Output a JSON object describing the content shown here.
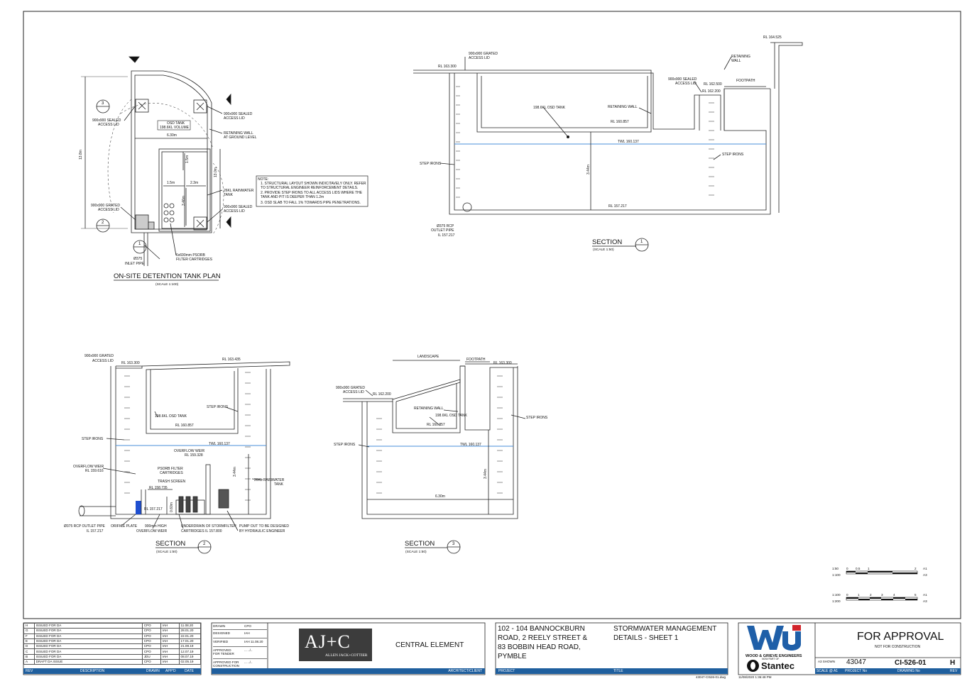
{
  "drawing_notes": {
    "title": "NOTE:",
    "items": [
      "1.    STRUCTURAL LAYOUT SHOWN INDICITAVELY ONLY. REFER",
      "       TO STRUCTURAL ENGINEER REINFORCEMENT DETAILS.",
      "2.    PROVIDE STEP IRONS TO ALL ACCESS LIDS WHERE THE",
      "       TANK AND PIT IS DEEPER THAN 1.2m",
      "3.    OSD SLAB TO FALL 1% TOWARDS PIPE PENETRATIONS."
    ]
  },
  "plan": {
    "title": "ON-SITE DETENTION TANK PLAN",
    "scale": "(SCALE 1:100)",
    "labels": {
      "lid_left": [
        "900x900 SEALED",
        "ACCESS LID"
      ],
      "lid_right": [
        "900x900 SEALED",
        "ACCESS LID"
      ],
      "osd_tank": [
        "OSD TANK",
        "198.6KL VOLUME"
      ],
      "width": "6.30m",
      "retaining": [
        "RETAINING WALL",
        "AT GROUND LEVEL"
      ],
      "length": "13.8m",
      "dim_13": "13.0m",
      "dim_15a": "1.5m",
      "dim_15b": "1.5m",
      "dim_23": "2.3m",
      "dim_346": "3.46m",
      "rainwater": [
        "26KL RAINWATER",
        "TANK"
      ],
      "lid_grated": [
        "900x900 GRATED",
        "ACCESS LID"
      ],
      "lid_sealed_low": [
        "900x900 SEALED",
        "ACCESS LID"
      ],
      "inlet": [
        "Ø375",
        "INLET PIPE"
      ],
      "filter": [
        "6x690mm PSORB",
        "FILTER CARTRIDGES"
      ],
      "sec3": "3",
      "sec2": "2",
      "sec1": "1"
    }
  },
  "section1": {
    "title": "SECTION",
    "scale": "(SCALE 1:50)",
    "num": "1",
    "labels": {
      "grated_lid": [
        "900x900 GRATED",
        "ACCESS LID"
      ],
      "rl_top": "RL 163.300",
      "rl_top2": "RL 164.525",
      "retaining_top": [
        "RETAINING",
        "WALL"
      ],
      "sealed_lid": [
        "900x900 SEALED",
        "ACCESS LID"
      ],
      "footpath": "FOOTPATH",
      "rl_162_500": "RL 162.500",
      "rl_162_200": "RL 162.200",
      "osd": "198.6KL OSD TANK",
      "retaining": "RETAINING WALL",
      "rl_160_857": "RL 160.857",
      "twl": "TWL 160.137",
      "step_left": "STEP IRONS",
      "step_right": "STEP IRONS",
      "depth": "3.44m",
      "rl_157_217": "RL 157.217",
      "outlet": [
        "Ø375 RCP",
        "OUTLET PIPE",
        "IL 157.217"
      ]
    }
  },
  "section2": {
    "title": "SECTION",
    "scale": "(SCALE 1:50)",
    "num": "2",
    "labels": {
      "grated_lid": [
        "900x900 GRATED",
        "ACCESS LID"
      ],
      "rl_top": "RL 163.300",
      "rl_435": "RL 163.435",
      "osd": "198.6KL OSD TANK",
      "step_right": "STEP IRONS",
      "rl_160_857": "RL 160.857",
      "step_left": "STEP IRONS",
      "twl": "TWL 160.137",
      "overflow_weir": [
        "OVERFLOW WEIR",
        "RL 159.328"
      ],
      "overflow_left": [
        "OVERFLOW WEIR",
        "RL 159.616"
      ],
      "psorb": [
        "PSORB FILTER",
        "CARTRIDGES"
      ],
      "trash": "TRASH SCREEN",
      "rl_158_735": "RL 158.735",
      "rl_157_217": "RL 157.217",
      "depth": "3.44m",
      "rainwater": [
        "26KL RAINWATER",
        "TANK"
      ],
      "outlet": [
        "Ø375 RCP OUTLET PIPE",
        "IL 157.217"
      ],
      "orifice": "ORIFICE PLATE",
      "weir900": [
        "900mm HIGH",
        "OVERFLOW WEIR"
      ],
      "underdrain": [
        "UNDERDRAIN OF STORMFILTER",
        "CARTRIDGES IL 157.800"
      ],
      "pump": [
        "PUMP OUT TO BE DESIGNED",
        "BY HYDRAULIC ENGINEER"
      ],
      "dim_05": "0.60m"
    }
  },
  "section3": {
    "title": "SECTION",
    "scale": "(SCALE 1:50)",
    "num": "3",
    "labels": {
      "landscape": "LANDSCAPE",
      "footpath": "FOOTPATH",
      "rl_top": "RL 163.300",
      "grated_lid": [
        "900x900 GRATED",
        "ACCESS LID"
      ],
      "rl_162_200": "RL 162.200",
      "retaining": "RETAINING WALL",
      "osd": "198.6KL OSD TANK",
      "rl_160_857": "RL 160.857",
      "step_right": "STEP IRONS",
      "step_left": "STEP IRONS",
      "twl": "TWL 160.137",
      "depth": "3.44m",
      "width": "6.30m"
    }
  },
  "scale_bars": {
    "row1": {
      "left": [
        "1:50",
        "1:100"
      ],
      "ticks": [
        "0",
        "0.5",
        "1",
        "",
        "2"
      ],
      "right": [
        "A1",
        "A3"
      ]
    },
    "row2": {
      "left": [
        "1:100",
        "1:200"
      ],
      "ticks": [
        "0",
        "1",
        "2",
        "3",
        "4",
        "5"
      ],
      "right": [
        "A1",
        "A3"
      ]
    }
  },
  "revisions": [
    {
      "rev": "H",
      "desc": "ISSUED FOR DA",
      "drawn": "CPO",
      "appd": "IAH",
      "date": "11.08.20"
    },
    {
      "rev": "G",
      "desc": "ISSUED FOR DA",
      "drawn": "CPO",
      "appd": "IAH",
      "date": "28.01.20"
    },
    {
      "rev": "F",
      "desc": "ISSUED FOR DA",
      "drawn": "CPO",
      "appd": "IAH",
      "date": "22.01.20"
    },
    {
      "rev": "E",
      "desc": "ISSUED FOR DA",
      "drawn": "CPO",
      "appd": "IAH",
      "date": "17.01.20"
    },
    {
      "rev": "D",
      "desc": "ISSUED FOR DA",
      "drawn": "CPO",
      "appd": "IAH",
      "date": "21.08.19"
    },
    {
      "rev": "C",
      "desc": "ISSUED FOR DA",
      "drawn": "CPO",
      "appd": "IAH",
      "date": "12.07.19"
    },
    {
      "rev": "B",
      "desc": "ISSUED FOR DA",
      "drawn": "JDU",
      "appd": "IAH",
      "date": "08.07.19"
    },
    {
      "rev": "A",
      "desc": "DRAFT DA ISSUE",
      "drawn": "CPO",
      "appd": "IAH",
      "date": "02.05.19"
    }
  ],
  "rev_header": {
    "rev": "REV",
    "desc": "DESCRIPTION",
    "drawn": "DRAWN",
    "appd": "APP'D",
    "date": "DATE"
  },
  "approvals": {
    "drawn_label": "DRAWN",
    "drawn_val": "CPO",
    "designed_label": "DESIGNED",
    "designed_val": "IAH",
    "verified_label": "VERIFIED",
    "verified_val": "IAH  11.08.20",
    "tender_label": [
      "APPROVED",
      "FOR TENDER"
    ],
    "tender_val": "...  ../..",
    "construction_label": [
      "APPROVED FOR",
      "CONSTRUCTION"
    ],
    "construction_val": "...  ../.."
  },
  "architect": {
    "logo_main": "AJ+C",
    "logo_sub": "ALLEN JACK+COTTIER",
    "element": "CENTRAL ELEMENT",
    "bar_label": "ARCHITECT/CLIENT"
  },
  "project": {
    "address": [
      "102 - 104 BANNOCKBURN",
      "ROAD, 2 REELY STREET &",
      "83 BOBBIN HEAD ROAD,",
      "PYMBLE"
    ],
    "title": [
      "STORMWATER MANAGEMENT",
      "DETAILS - SHEET 1"
    ],
    "bar_project": "PROJECT",
    "bar_title": "TITLE",
    "filename": "43047-CI526-01.dwg"
  },
  "engineer": {
    "logo_text": "WOOD & GRIEVE ENGINEERS",
    "now_part_of": "NOW PART OF",
    "stantec": "Stantec",
    "status": "FOR APPROVAL",
    "status_sub": "NOT FOR CONSTRUCTION",
    "sheet_size": "A3 SHOWN",
    "project_no": "43047",
    "drawing_no": "CI-526-01",
    "rev": "H",
    "bar_scale": "SCALE @ A1",
    "bar_project_no": "PROJECT No",
    "bar_drawing_no": "DRAWING No",
    "bar_rev": "REV",
    "timestamp": "11/08/2020 1:36:48 PM"
  },
  "colors": {
    "water_line": "#4a8fd8",
    "title_bar": "#1f5f9e",
    "wge_blue": "#1f5fa8",
    "wge_red": "#d2232a"
  }
}
